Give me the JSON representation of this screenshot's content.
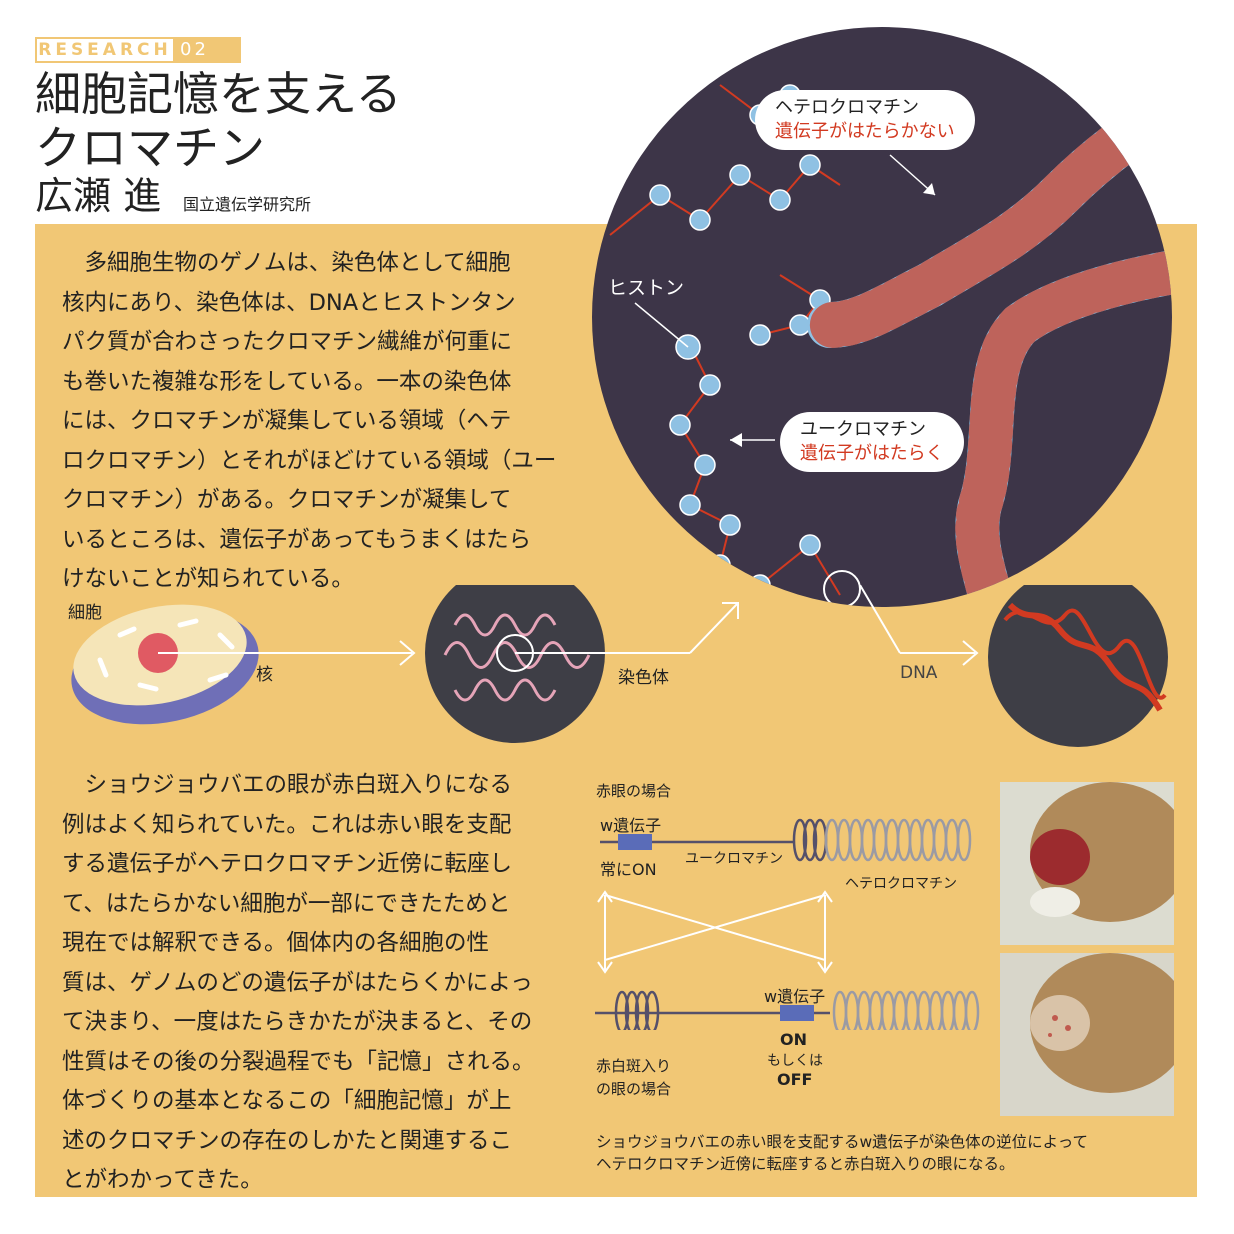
{
  "header": {
    "label": "RESEARCH",
    "number": "02",
    "title_line1": "細胞記憶を支える",
    "title_line2": "クロマチン",
    "author": "広瀬 進",
    "affiliation": "国立遺伝学研究所"
  },
  "paragraph1": "　多細胞生物のゲノムは、染色体として細胞\n核内にあり、染色体は、DNAとヒストンタン\nパク質が合わさったクロマチン繊維が何重に\nも巻いた複雑な形をしている。一本の染色体\nには、クロマチンが凝集している領域（ヘテ\nロクロマチン）とそれがほどけている領域（ユー\nクロマチン）がある。クロマチンが凝集して\nいるところは、遺伝子があってもうまくはたら\nけないことが知られている。",
  "paragraph2": "　ショウジョウバエの眼が赤白斑入りになる\n例はよく知られていた。これは赤い眼を支配\nする遺伝子がヘテロクロマチン近傍に転座し\nて、はたらかない細胞が一部にできたためと\n現在では解釈できる。個体内の各細胞の性\n質は、ゲノムのどの遺伝子がはたらくかによっ\nて決まり、一度はたらきかたが決まると、その\n性質はその後の分裂過程でも「記憶」される。\n体づくりの基本となるこの「細胞記憶」が上\n述のクロマチンの存在のしかたと関連するこ\nとがわかってきた。",
  "chromatin_figure": {
    "heterochromatin_label": "ヘテロクロマチン",
    "heterochromatin_note": "遺伝子がはたらかない",
    "euchromatin_label": "ユークロマチン",
    "euchromatin_note": "遺伝子がはたらく",
    "histone_label": "ヒストン"
  },
  "flow": {
    "cell_label": "細胞",
    "nucleus_label": "核",
    "chromosome_label": "染色体",
    "dna_label": "DNA"
  },
  "eye_diagram": {
    "red_eye_case": "赤眼の場合",
    "w_gene_top": "w遺伝子",
    "always_on": "常にON",
    "euchromatin": "ユークロマチン",
    "heterochromatin": "ヘテロクロマチン",
    "w_gene_bottom": "w遺伝子",
    "on": "ON",
    "or": "もしくは",
    "off": "OFF",
    "variegated_line1": "赤白斑入り",
    "variegated_line2": "の眼の場合",
    "caption_line1": "ショウジョウバエの赤い眼を支配するw遺伝子が染色体の逆位によって",
    "caption_line2": "ヘテロクロマチン近傍に転座すると赤白斑入りの眼になる。"
  },
  "colors": {
    "panel": "#f1c775",
    "dark_circle": "#3d3548",
    "histone": "#8fc1e3",
    "dna_red": "#d23a21",
    "gene_blue": "#5a6cb8"
  }
}
